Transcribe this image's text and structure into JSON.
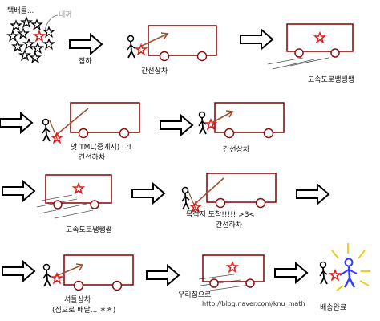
{
  "colors": {
    "truck": "#8b0f0f",
    "star": "#e11d1d",
    "arrow_pointer": "#a0522d",
    "receiver": "#2d3cff",
    "glow": "#f5c400"
  },
  "labels": {
    "parcels": "택배들...",
    "mine": "내꺼",
    "collect": "집하",
    "load1": "간선상차",
    "highway1": "고속도로쌩쌩쌩",
    "hub_arrive": "앗 TML(중계지) 다!",
    "unload1": "간선하차",
    "load2": "간선상차",
    "highway2": "고속도로쌩쌩쌩",
    "dest_arrive": "목적지 도착!!!!! >3<",
    "unload2": "간선하차",
    "shuttle_load": "셔틀상차",
    "to_home": "(집으로 배달... ㅎㅎ)",
    "our_house": "우리집으로",
    "watermark": "http://blog.naver.com/knu_math",
    "delivered": "배송완료"
  }
}
